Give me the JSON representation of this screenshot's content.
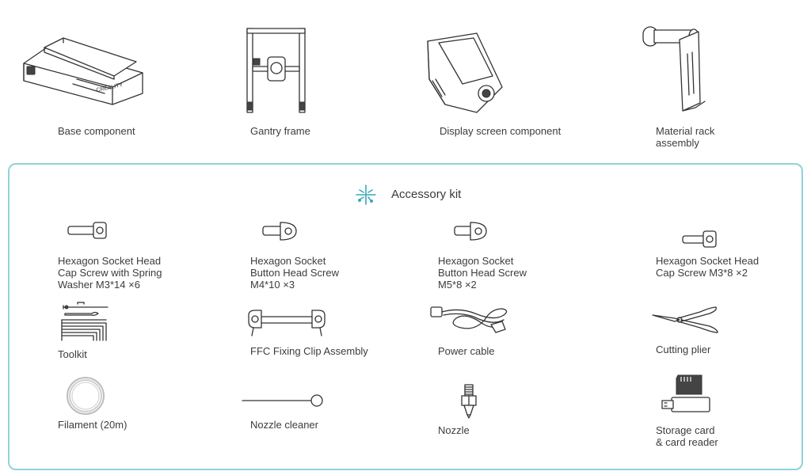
{
  "components": [
    {
      "label": "Base component",
      "icon": "base-component-icon"
    },
    {
      "label": "Gantry frame",
      "icon": "gantry-frame-icon"
    },
    {
      "label": "Display screen component",
      "icon": "display-screen-icon"
    },
    {
      "label": "Material rack\nassembly",
      "icon": "material-rack-icon"
    }
  ],
  "base_logo_text": "CREALITY",
  "accessory_kit": {
    "title": "Accessory kit",
    "icon": "accessory-kit-icon",
    "accent_color": "#8fd3d8",
    "icon_color": "#3aa9b8",
    "items": [
      {
        "label": "Hexagon Socket Head\nCap Screw with Spring\nWasher M3*14 ×6",
        "icon": "cap-screw-icon"
      },
      {
        "label": "Hexagon Socket\nButton Head Screw\nM4*10 ×3",
        "icon": "button-head-screw-icon"
      },
      {
        "label": "Hexagon Socket\nButton Head Screw\nM5*8 ×2",
        "icon": "button-head-screw-icon"
      },
      {
        "label": "Hexagon Socket Head\nCap Screw  M3*8 ×2",
        "icon": "cap-screw-icon"
      },
      {
        "label": "Toolkit",
        "icon": "toolkit-icon"
      },
      {
        "label": "FFC Fixing Clip Assembly",
        "icon": "ffc-clip-icon"
      },
      {
        "label": "Power cable",
        "icon": "power-cable-icon"
      },
      {
        "label": "Cutting plier",
        "icon": "cutting-plier-icon"
      },
      {
        "label": "Filament (20m)",
        "icon": "filament-icon"
      },
      {
        "label": "Nozzle cleaner",
        "icon": "nozzle-cleaner-icon"
      },
      {
        "label": "Nozzle",
        "icon": "nozzle-icon"
      },
      {
        "label": "Storage card\n& card reader",
        "icon": "storage-card-icon"
      }
    ]
  }
}
